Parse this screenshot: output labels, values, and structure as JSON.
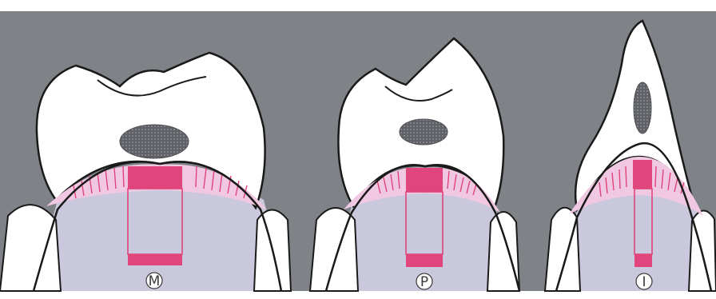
{
  "colors": {
    "background": "#7f8287",
    "tooth": "#ffffff",
    "root_area": "#c9c8dc",
    "gingiva": "#f0c8e2",
    "accent": "#e0457b",
    "pulp": "#6e7075",
    "outline": "#1a1a1a"
  },
  "panels": [
    {
      "label": "M",
      "tooth_type": "molar"
    },
    {
      "label": "P",
      "tooth_type": "premolar"
    },
    {
      "label": "I",
      "tooth_type": "incisor"
    }
  ]
}
